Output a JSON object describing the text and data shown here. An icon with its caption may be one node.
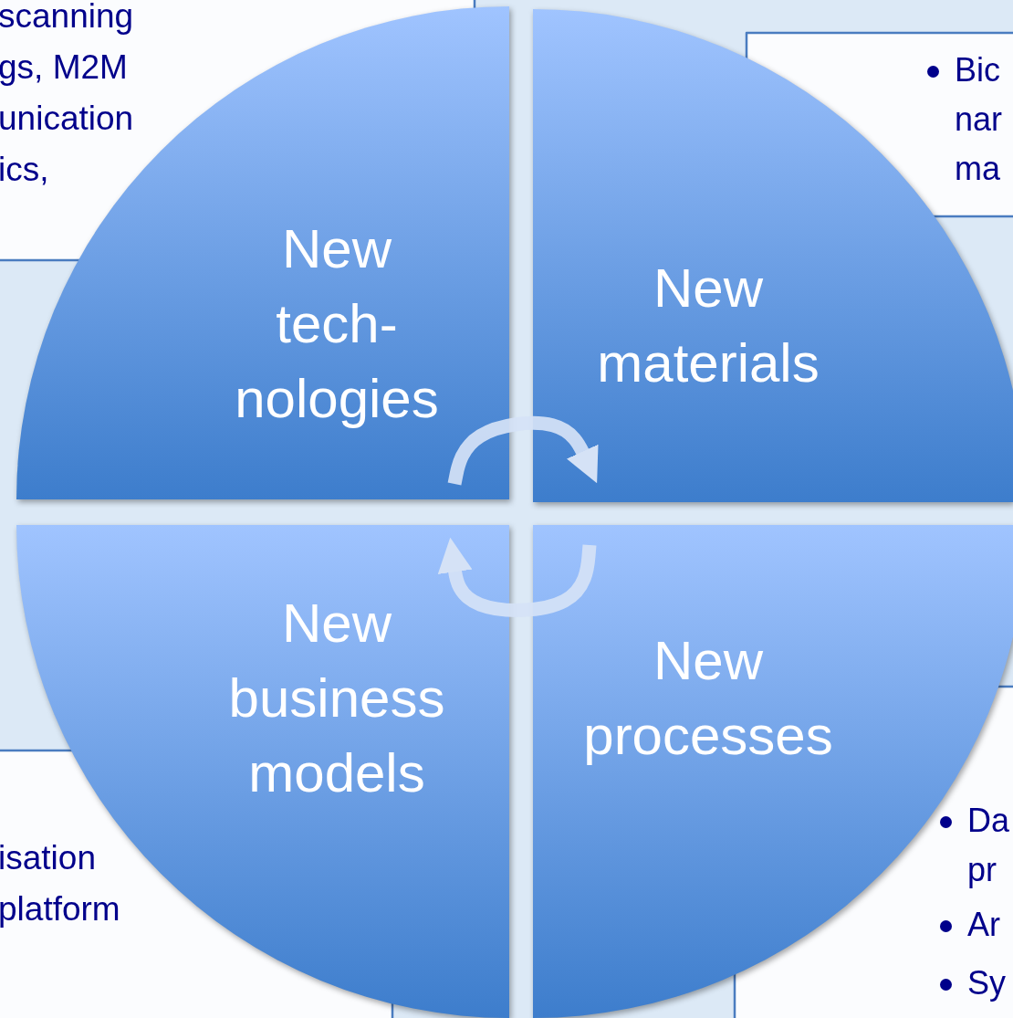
{
  "diagram": {
    "nodes": [
      {
        "text": [
          "scanning gs, M2M unication ics,"
        ]
      },
      {
        "text": [
          "Bic nar ma"
        ]
      },
      {
        "text": [
          "New tech- nologies"
        ]
      },
      {
        "text": [
          "New materials"
        ]
      },
      {
        "text": [
          "New business models"
        ]
      },
      {
        "text": [
          "New processes"
        ]
      },
      {
        "text": [
          "isation platform"
        ]
      },
      {
        "text": [
          "Da pr",
          "Ar",
          "Sy"
        ]
      }
    ],
    "edges": [
      {
        "from": 2,
        "to": 3,
        "arrow": "to"
      },
      {
        "from": 5,
        "to": 4,
        "arrow": "to"
      }
    ]
  }
}
